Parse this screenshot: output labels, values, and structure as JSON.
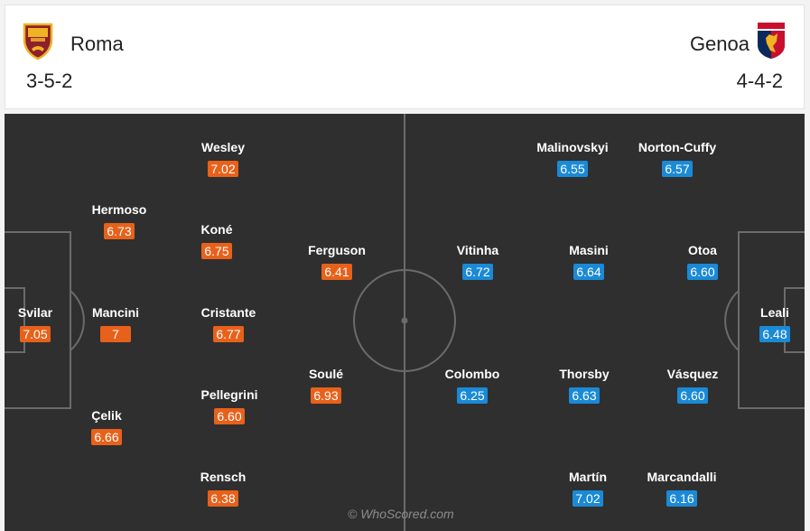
{
  "home": {
    "name": "Roma",
    "formation": "3-5-2",
    "crest_icon": "roma-crest-icon",
    "color": "#e8611a",
    "players": [
      {
        "name": "Svilar",
        "rating": "7.05"
      },
      {
        "name": "Hermoso",
        "rating": "6.73"
      },
      {
        "name": "Mancini",
        "rating": "7"
      },
      {
        "name": "Çelik",
        "rating": "6.66"
      },
      {
        "name": "Wesley",
        "rating": "7.02"
      },
      {
        "name": "Koné",
        "rating": "6.75"
      },
      {
        "name": "Cristante",
        "rating": "6.77"
      },
      {
        "name": "Pellegrini",
        "rating": "6.60"
      },
      {
        "name": "Rensch",
        "rating": "6.38"
      },
      {
        "name": "Ferguson",
        "rating": "6.41"
      },
      {
        "name": "Soulé",
        "rating": "6.93"
      }
    ]
  },
  "away": {
    "name": "Genoa",
    "formation": "4-4-2",
    "crest_icon": "genoa-crest-icon",
    "color": "#1a8ad6",
    "players": [
      {
        "name": "Leali",
        "rating": "6.48"
      },
      {
        "name": "Norton-Cuffy",
        "rating": "6.57"
      },
      {
        "name": "Otoa",
        "rating": "6.60"
      },
      {
        "name": "Vásquez",
        "rating": "6.60"
      },
      {
        "name": "Marcandalli",
        "rating": "6.16"
      },
      {
        "name": "Malinovskyi",
        "rating": "6.55"
      },
      {
        "name": "Masini",
        "rating": "6.64"
      },
      {
        "name": "Thorsby",
        "rating": "6.63"
      },
      {
        "name": "Martín",
        "rating": "7.02"
      },
      {
        "name": "Vitinha",
        "rating": "6.72"
      },
      {
        "name": "Colombo",
        "rating": "6.25"
      }
    ]
  },
  "watermark": "© WhoScored.com"
}
